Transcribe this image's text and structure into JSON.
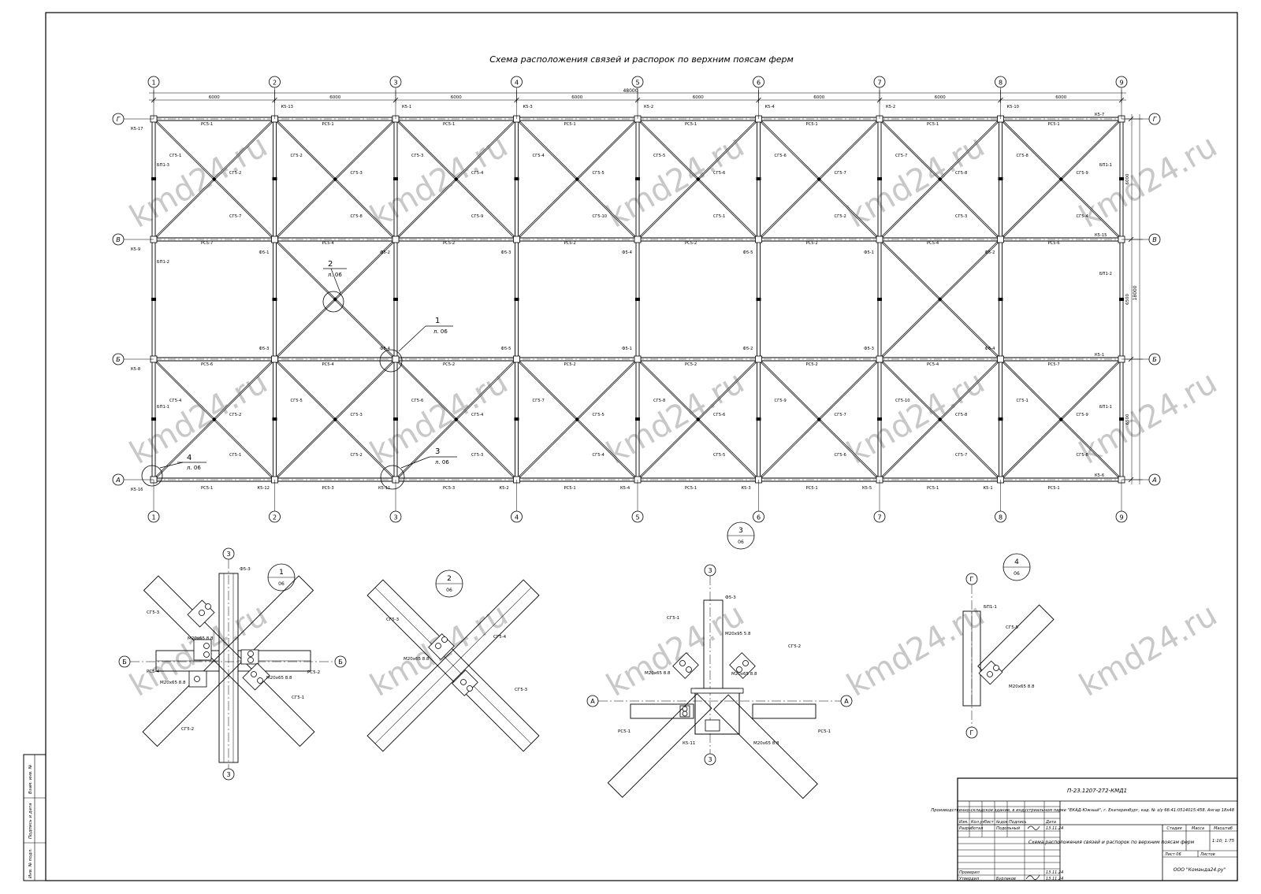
{
  "drawing": {
    "title": "Схема расположения связей и распорок по верхним поясам ферм",
    "overall_dimension": "48000",
    "bay_dimension": "6000",
    "right_dimension_total": "18000",
    "right_dimensions": [
      "6000",
      "6500",
      "6500"
    ],
    "axes_numeric": [
      "1",
      "2",
      "3",
      "4",
      "5",
      "6",
      "7",
      "8",
      "9"
    ],
    "axes_letters": [
      "Г",
      "В",
      "Б",
      "А"
    ],
    "node_refs": [
      {
        "num": "1",
        "sheet": "л. 06"
      },
      {
        "num": "2",
        "sheet": "л. 06"
      },
      {
        "num": "3",
        "sheet": "л. 06"
      },
      {
        "num": "4",
        "sheet": "л. 06"
      }
    ],
    "top_chord_labels": [
      "РС5-1",
      "РС5-1",
      "РС5-1",
      "РС5-1",
      "РС5-1",
      "РС5-1",
      "РС5-1",
      "РС5-1"
    ],
    "mid_upper_labels": [
      "РС5-7",
      "РС5-4",
      "РС5-2",
      "РС5-2",
      "РС5-2",
      "РС5-2",
      "РС5-4",
      "РС5-6"
    ],
    "mid_lower_labels": [
      "РС5-6",
      "РС5-4",
      "РС5-2",
      "РС5-2",
      "РС5-2",
      "РС5-2",
      "РС5-4",
      "РС5-7"
    ],
    "bottom_chord_labels": [
      "РС5-1",
      "РС5-3",
      "РС5-3",
      "РС5-1",
      "РС5-1",
      "РС5-1",
      "РС5-1",
      "РС5-1"
    ],
    "top_k_labels": [
      "К5-13",
      "К5-1",
      "К5-3",
      "К5-2",
      "К5-4",
      "К5-2",
      "К5-10"
    ],
    "bottom_k_labels": [
      "К5-12",
      "К5-11",
      "К5-2",
      "К5-4",
      "К5-3",
      "К5-5",
      "К5-1"
    ],
    "left_k_labels": [
      "К5-17",
      "К5-9",
      "К5-8",
      "К5-16"
    ],
    "right_k_labels": [
      "К5-7",
      "К5-15",
      "К5-1",
      "К5-6"
    ],
    "brace_labels": [
      "СГ5-1",
      "СГ5-2",
      "СГ5-3",
      "СГ5-4",
      "СГ5-5",
      "СГ5-6",
      "СГ5-7",
      "СГ5-8",
      "СГ5-9",
      "СГ5-10"
    ],
    "strut_labels": [
      "Ф5-1",
      "Ф5-2",
      "Ф5-3",
      "Ф5-4",
      "Ф5-5"
    ],
    "side_labels": [
      "БП1-1",
      "БП1-2",
      "БП1-3"
    ]
  },
  "details": [
    {
      "num": "1",
      "sheet": "06",
      "axis_v": "3",
      "axis_h": "Б",
      "labels": [
        "Ф5-3",
        "СГ5-3",
        "РС5-4",
        "М20х65 8.8",
        "М20х65 8.8",
        "РС5-2",
        "М20х65 8.8",
        "СГ5-1",
        "СГ5-2"
      ]
    },
    {
      "num": "2",
      "sheet": "06",
      "labels": [
        "СГ5-3",
        "М20х65 8.8",
        "СГ5-4",
        "СГ5-3"
      ]
    },
    {
      "num": "3",
      "sheet": "06",
      "axis_v": "3",
      "axis_h": "А",
      "labels": [
        "Ф5-3",
        "СГ5-1",
        "М20х95 5.8",
        "СГ5-2",
        "М20х65 8.8",
        "М20х65 8.8",
        "РС5-1",
        "К5-11",
        "М20х65 8.8",
        "РС5-1"
      ]
    },
    {
      "num": "4",
      "sheet": "06",
      "axis_v": "Г",
      "labels": [
        "БП1-1",
        "СГ5-5",
        "М20х65 8.8"
      ]
    }
  ],
  "watermark": "kmd24.ru",
  "side_stamp": [
    "Взам. инв. №",
    "Подпись и дата",
    "Инв. № подл."
  ],
  "title_block": {
    "code": "П-23.1207-272-КМД1",
    "project": "Производственно-складское здание, в индустриальном парке \"ЕКАД-Южный\", г. Екатеринбург, кад. № з/у 66:41:0514015:458. Ангар 18х48",
    "sheet_title": "Схема расположения связей и распорок по верхним поясам ферм",
    "headers": [
      "Изм.",
      "Кол.уч",
      "Лист",
      "№док",
      "Подпись",
      "Дата"
    ],
    "roles": [
      {
        "role": "Разработал",
        "name": "Подольный",
        "date": "13.11.24"
      },
      {
        "role": "Проверил",
        "name": "",
        "date": "13.11.24"
      },
      {
        "role": "Утвердил",
        "name": "Бурлаков",
        "date": "13.11.24"
      }
    ],
    "stage_header": "Стадия",
    "mass_header": "Масса",
    "scale_header": "Масштаб",
    "scale_value": "1:10; 1:75",
    "sheet_label": "Лист 06",
    "sheets_label": "Листов",
    "company": "ООО \"Команда24.ру\""
  }
}
